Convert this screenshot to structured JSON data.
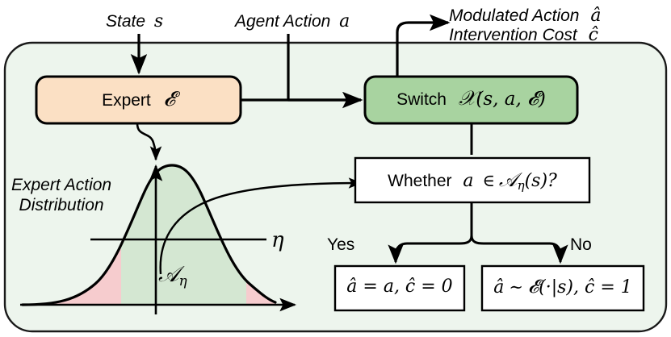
{
  "diagram": {
    "title": "Expert intervention switch mechanism",
    "background_color": "#ffffff",
    "panel_color": "#edf5ed",
    "panel_border_color": "#1a1a1a",
    "expert_box_fill": "#fbe0c4",
    "switch_box_fill": "#a8d3a0",
    "white_box_fill": "#ffffff",
    "curve_fill_green": "#d4e7d2",
    "curve_fill_pink": "#f6ccce",
    "stroke_color": "#000000"
  },
  "inputs": {
    "state_label": "State s",
    "state_text": "State",
    "state_symbol": "s",
    "agent_action_text": "Agent Action",
    "agent_action_symbol": "a"
  },
  "outputs": {
    "modulated_text": "Modulated Action",
    "modulated_symbol": "â",
    "intervention_text": "Intervention Cost",
    "intervention_symbol": "ĉ"
  },
  "nodes": {
    "expert": {
      "label": "Expert",
      "symbol": "E"
    },
    "switch": {
      "label": "Switch",
      "symbol": "T(s, a, E)"
    },
    "condition": {
      "prefix": "Whether",
      "expr": "a ∈ A_η(s)?"
    },
    "yes_branch": {
      "edge_label": "Yes",
      "result": "â = a, ĉ = 0"
    },
    "no_branch": {
      "edge_label": "No",
      "result": "â ~ E(·|s), ĉ = 1"
    }
  },
  "plot": {
    "caption_line1": "Expert Action",
    "caption_line2": "Distribution",
    "threshold_label": "η",
    "region_label": "A",
    "region_label_sub": "η"
  },
  "chart_data": {
    "type": "area",
    "title": "Expert Action Distribution",
    "xlabel": "",
    "ylabel": "",
    "threshold": "eta",
    "regions": [
      {
        "name": "left-tail",
        "color": "#f6ccce",
        "x_from": 0.14,
        "x_to": 0.37
      },
      {
        "name": "accepted-set-A-eta",
        "color": "#d4e7d2",
        "x_from": 0.37,
        "x_to": 0.82
      },
      {
        "name": "right-tail",
        "color": "#f6ccce",
        "x_from": 0.82,
        "x_to": 0.96
      }
    ],
    "curve": "gaussian density",
    "grid": false,
    "legend": "none"
  }
}
